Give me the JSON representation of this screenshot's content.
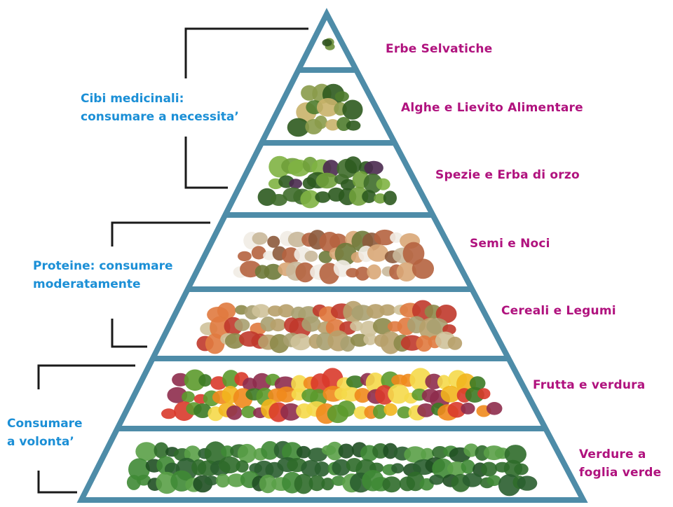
{
  "pyramid_levels": [
    {
      "label": "Erbe  Selvatiche",
      "food_icon": "wild-herbs"
    },
    {
      "label": "Alghe e Lievito Alimentare",
      "food_icon": "seaweed-yeast"
    },
    {
      "label": "Spezie e Erba di orzo",
      "food_icon": "spices-barley-grass"
    },
    {
      "label": "Semi e Noci",
      "food_icon": "seeds-nuts"
    },
    {
      "label": "Cereali e Legumi",
      "food_icon": "grains-legumes"
    },
    {
      "label": "Frutta e verdura",
      "food_icon": "fruits-vegetables"
    },
    {
      "label": "Verdure a\nfoglia verde",
      "food_icon": "leafy-greens"
    }
  ],
  "groups": [
    {
      "label": "Cibi medicinali:\nconsumare a necessita’"
    },
    {
      "label": "Proteine: consumare\nmoderatamente"
    },
    {
      "label": "Consumare\na volonta’"
    }
  ],
  "colors": {
    "pyramid_frame": "#4e8ca8",
    "level_label": "#b0127e",
    "group_label": "#1b8fd6",
    "bracket": "#1a1a1a"
  }
}
